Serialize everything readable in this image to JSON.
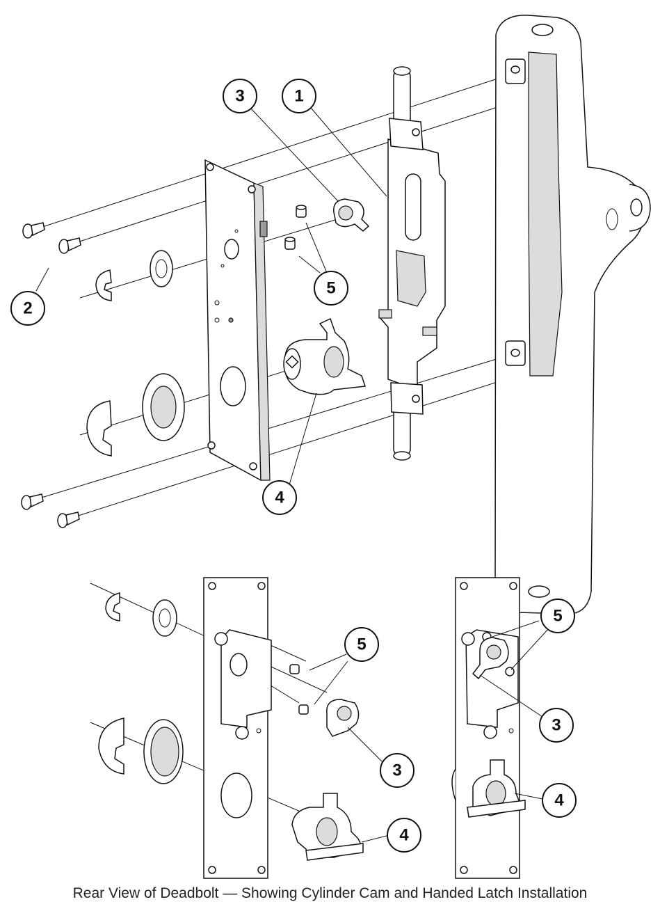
{
  "caption": "Rear View of Deadbolt — Showing Cylinder Cam and Handed Latch Installation",
  "callouts": {
    "c1": "1",
    "c2": "2",
    "c3a": "3",
    "c4a": "4",
    "c5a": "5",
    "c3b": "3",
    "c4b": "4",
    "c5b": "5",
    "c3c": "3",
    "c4c": "4",
    "c5c": "5"
  },
  "icons": [
    "screw-icon",
    "retaining-clip-icon",
    "washer-icon",
    "cylinder-cam-icon",
    "set-screw-icon",
    "latch-bolt-icon",
    "housing-icon",
    "mounting-plate-icon"
  ]
}
